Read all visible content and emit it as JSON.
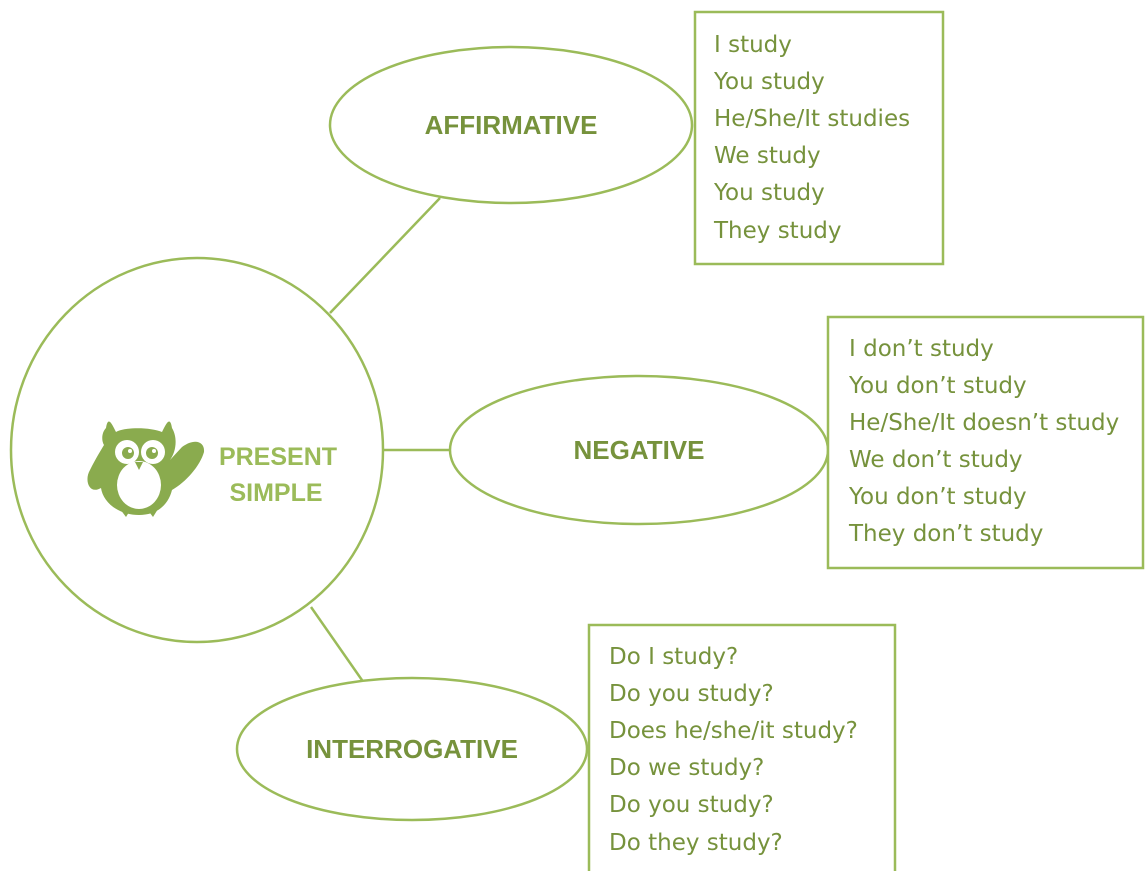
{
  "colors": {
    "stroke": "#9bbb59",
    "text": "#76923c",
    "owl": "#8aab4e"
  },
  "center": {
    "icon": "owl-icon",
    "line1": "PRESENT",
    "line2": "SIMPLE"
  },
  "branches": [
    {
      "label": "AFFIRMATIVE",
      "items": [
        "I study",
        "You study",
        "He/She/It studies",
        "We study",
        "You study",
        "They study"
      ]
    },
    {
      "label": "NEGATIVE",
      "items": [
        "I don’t study",
        "You don’t study",
        "He/She/It doesn’t study",
        "We don’t study",
        "You don’t study",
        "They don’t study"
      ]
    },
    {
      "label": "INTERROGATIVE",
      "items": [
        "Do I study?",
        "Do you study?",
        "Does he/she/it study?",
        "Do we study?",
        "Do you study?",
        "Do they study?"
      ]
    }
  ]
}
